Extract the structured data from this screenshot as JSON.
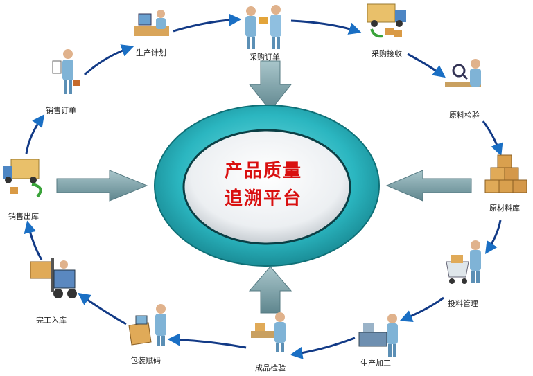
{
  "center": {
    "line1": "产品质量",
    "line2": "追溯平台"
  },
  "colors": {
    "arrow": "#123a86",
    "arrowhead": "#1a6fc4",
    "ring": "#2bb6c0",
    "centerText": "#d91010",
    "bigArrow": "#7aa1a8"
  },
  "steps": [
    {
      "id": "sales-order",
      "label": "销售订单",
      "icon": "person-with-paper-icon"
    },
    {
      "id": "production-plan",
      "label": "生产计划",
      "icon": "person-at-desk-icon"
    },
    {
      "id": "purchase-order",
      "label": "采购订单",
      "icon": "two-people-handshake-icon"
    },
    {
      "id": "purchase-receipt",
      "label": "采购接收",
      "icon": "delivery-truck-icon"
    },
    {
      "id": "raw-material-inspection",
      "label": "原料检验",
      "icon": "inspection-magnifier-icon"
    },
    {
      "id": "raw-material-warehouse",
      "label": "原材料库",
      "icon": "boxes-stack-icon"
    },
    {
      "id": "material-feeding",
      "label": "投料管理",
      "icon": "shopping-cart-worker-icon"
    },
    {
      "id": "production-processing",
      "label": "生产加工",
      "icon": "worker-at-machine-icon"
    },
    {
      "id": "finished-inspection",
      "label": "成品检验",
      "icon": "inspection-worker-icon"
    },
    {
      "id": "packaging-coding",
      "label": "包装赋码",
      "icon": "packer-with-box-icon"
    },
    {
      "id": "completion-warehousing",
      "label": "完工入库",
      "icon": "forklift-icon"
    },
    {
      "id": "sales-outbound",
      "label": "销售出库",
      "icon": "delivery-truck-icon"
    }
  ]
}
